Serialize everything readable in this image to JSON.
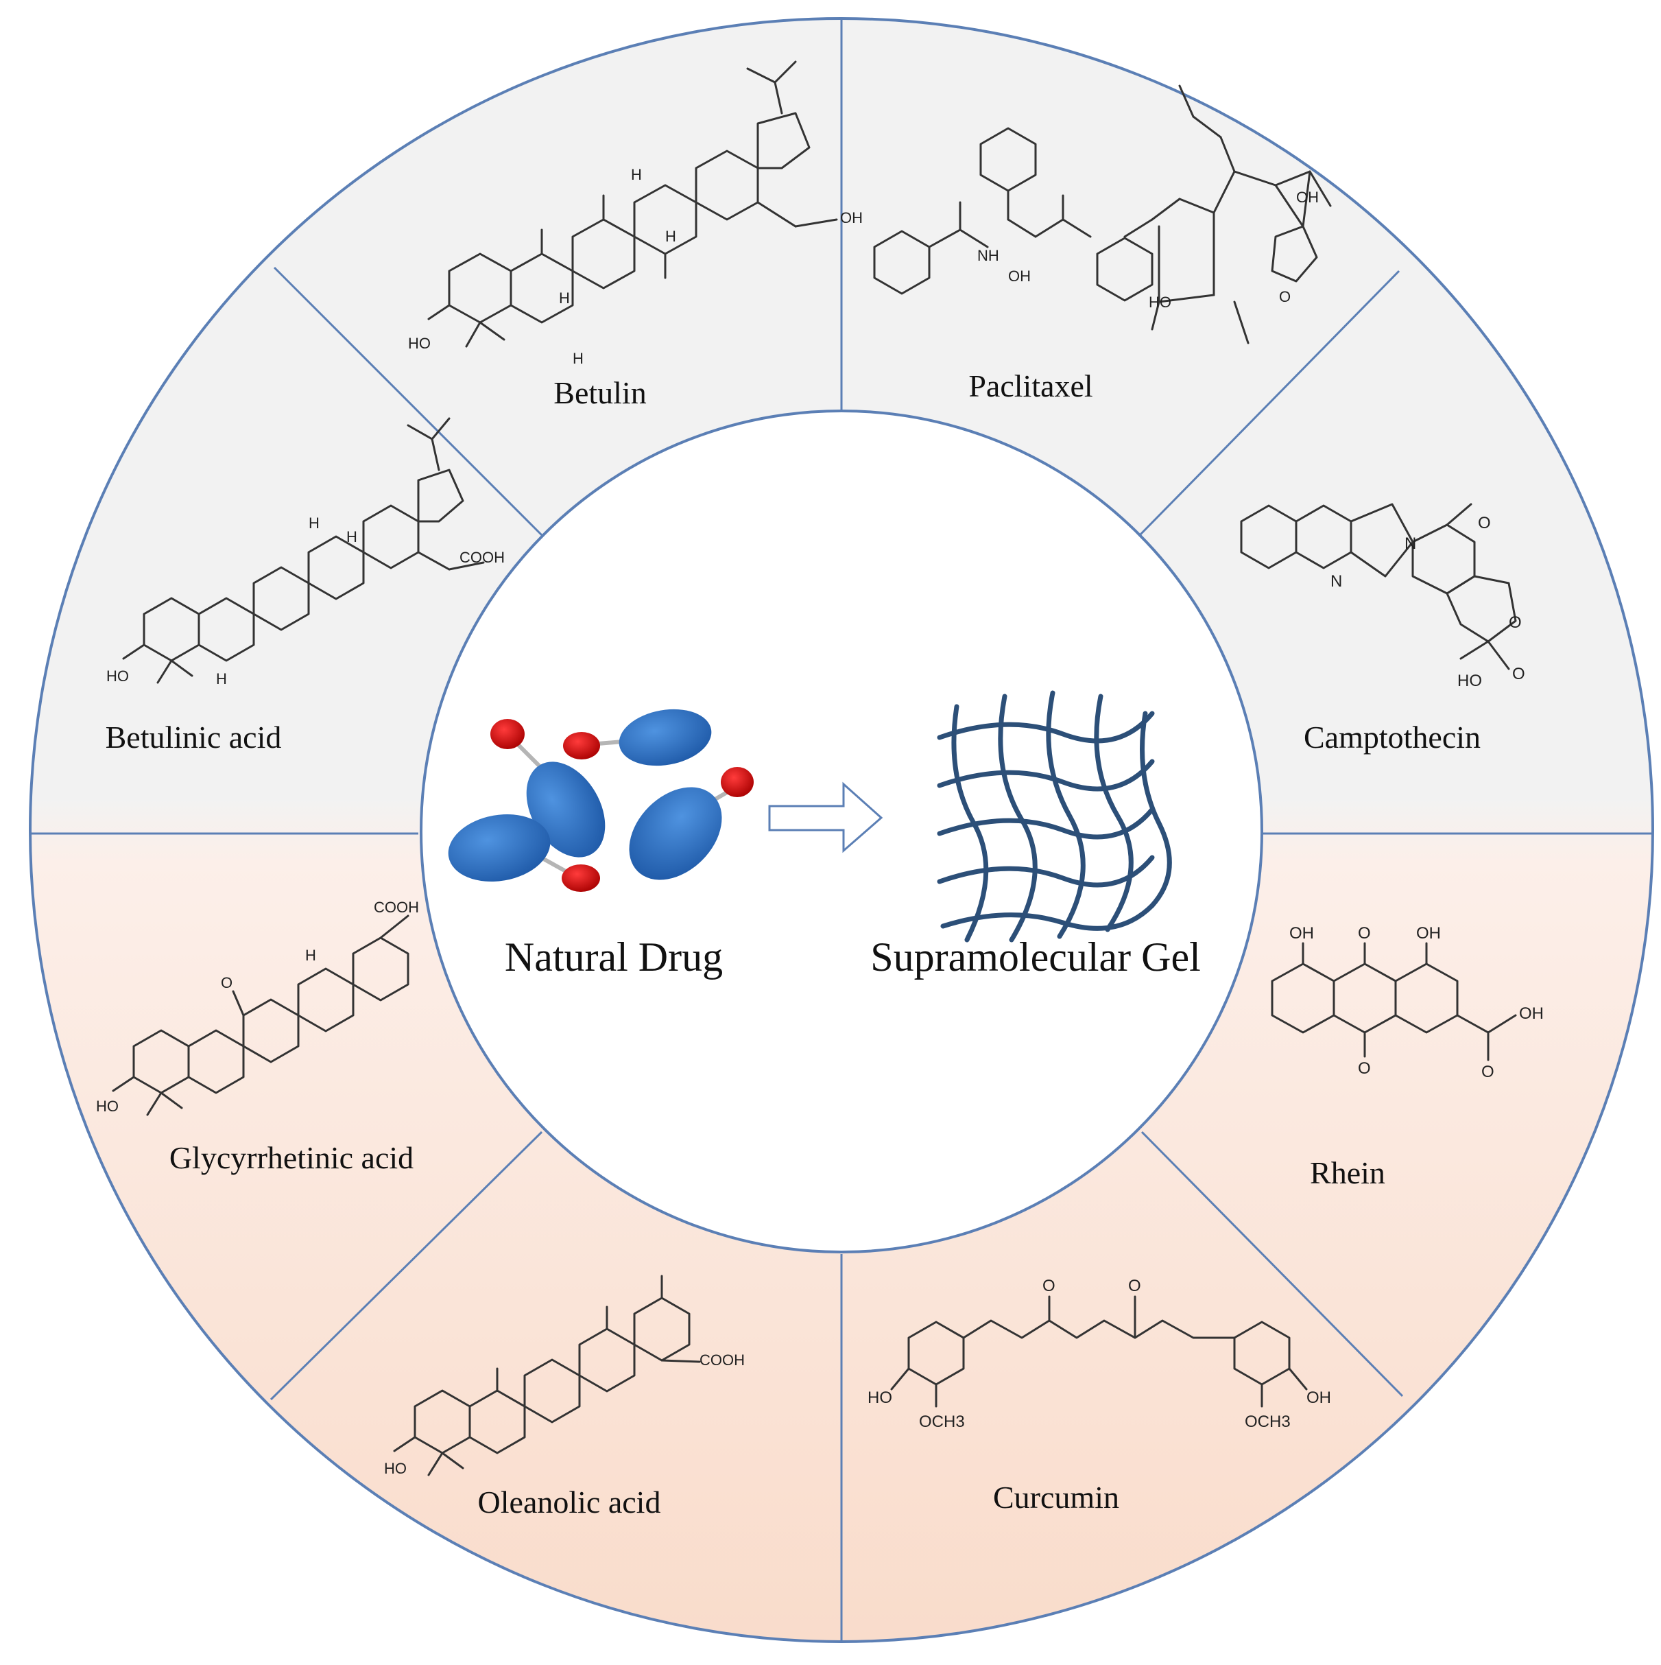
{
  "center": {
    "left_label": "Natural Drug",
    "right_label": "Supramolecular Gel"
  },
  "compounds": [
    {
      "name": "Betulin",
      "atoms": [
        "OH",
        "HO",
        "H",
        "H",
        "H",
        "H"
      ]
    },
    {
      "name": "Paclitaxel",
      "atoms": [
        "NH",
        "OH",
        "HO",
        "O",
        "OH"
      ]
    },
    {
      "name": "Camptothecin",
      "atoms": [
        "N",
        "N",
        "O",
        "O",
        "HO",
        "O"
      ]
    },
    {
      "name": "Rhein",
      "atoms": [
        "OH",
        "O",
        "OH",
        "OH",
        "O",
        "O"
      ]
    },
    {
      "name": "Curcumin",
      "atoms": [
        "O",
        "O",
        "HO",
        "OCH3",
        "OH",
        "OCH3"
      ]
    },
    {
      "name": "Oleanolic  acid",
      "atoms": [
        "COOH",
        "HO"
      ]
    },
    {
      "name": "Glycyrrhetinic  acid",
      "atoms": [
        "COOH",
        "O",
        "H",
        "HO"
      ]
    },
    {
      "name": "Betulinic  acid",
      "atoms": [
        "COOH",
        "HO",
        "H",
        "H",
        "H"
      ]
    }
  ],
  "colors": {
    "segment_top": "#f2f2f2",
    "segment_bottom": "#fbe7dc",
    "divider": "#5b7fb5",
    "molecule_blue": "#2f73c4",
    "molecule_red": "#cc0000",
    "gel_mesh": "#2c4f78"
  }
}
